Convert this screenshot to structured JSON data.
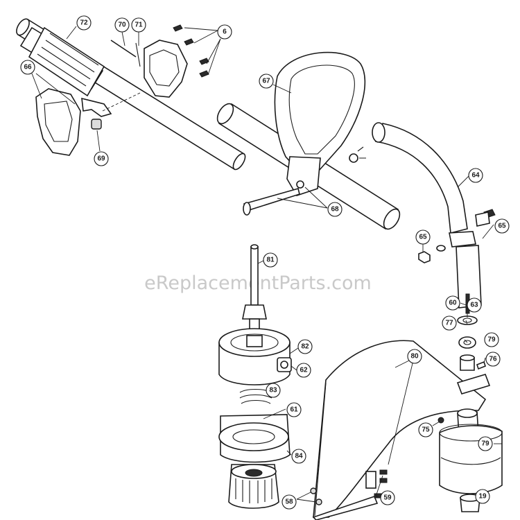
{
  "watermark": "eReplacementParts.com",
  "callouts": {
    "c72": "72",
    "c70": "70",
    "c71": "71",
    "c6": "6",
    "c66": "66",
    "c69": "69",
    "c67": "67",
    "c68": "68",
    "c64": "64",
    "c65a": "65",
    "c65b": "65",
    "c81": "81",
    "c60": "60",
    "c63": "63",
    "c77": "77",
    "c79a": "79",
    "c82": "82",
    "c62": "62",
    "c80": "80",
    "c76": "76",
    "c83": "83",
    "c61": "61",
    "c75": "75",
    "c79b": "79",
    "c84": "84",
    "c58": "58",
    "c59": "59",
    "c19": "19"
  }
}
